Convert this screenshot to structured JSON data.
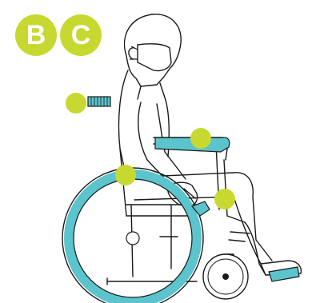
{
  "badges": [
    {
      "id": "b",
      "label": "B"
    },
    {
      "id": "c",
      "label": "C"
    }
  ],
  "colors": {
    "accent": "#C7D931",
    "wheel": "#5BC4CC",
    "outline": "#1A1A1A",
    "background": "#FFFFFF"
  },
  "hotspots": [
    {
      "name": "hotspot-back-handle",
      "icon": "green-dot"
    },
    {
      "name": "hotspot-armrest",
      "icon": "green-dot"
    },
    {
      "name": "hotspot-seat",
      "icon": "green-dot"
    },
    {
      "name": "hotspot-brake",
      "icon": "green-dot"
    }
  ]
}
